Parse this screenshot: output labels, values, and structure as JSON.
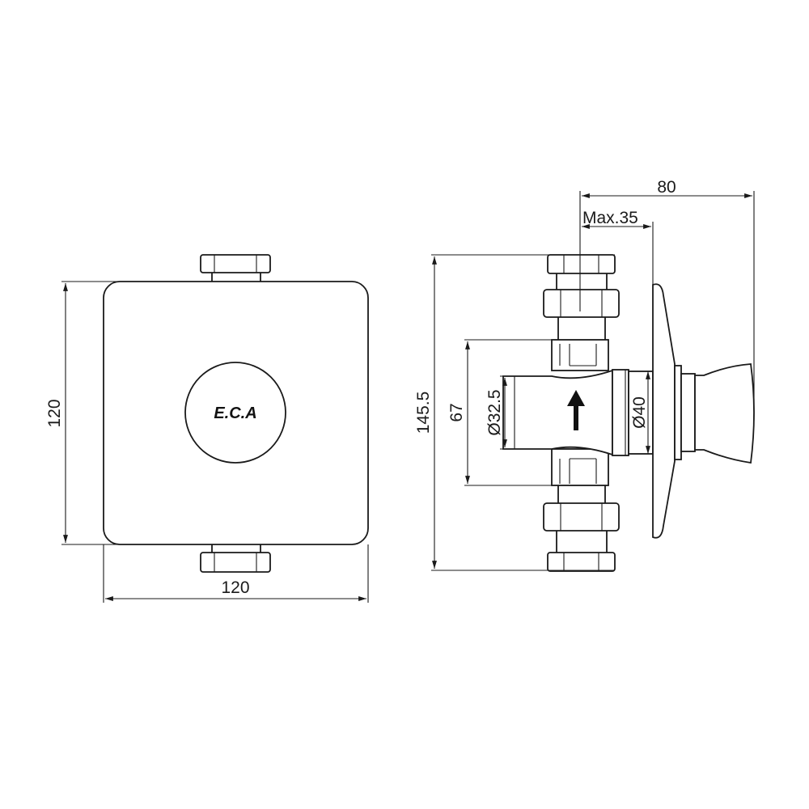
{
  "front_view": {
    "logo": "E.C.A",
    "width_label": "120",
    "height_label": "120"
  },
  "side_view": {
    "overall_depth_label": "80",
    "max_wall_label": "Max.35",
    "overall_height_label": "145.5",
    "body_height_label": "67",
    "inlet_diameter_label": "Ø32.5",
    "cartridge_diameter_label": "Ø40"
  },
  "colors": {
    "line": "#1a1a1a",
    "background": "#ffffff"
  }
}
